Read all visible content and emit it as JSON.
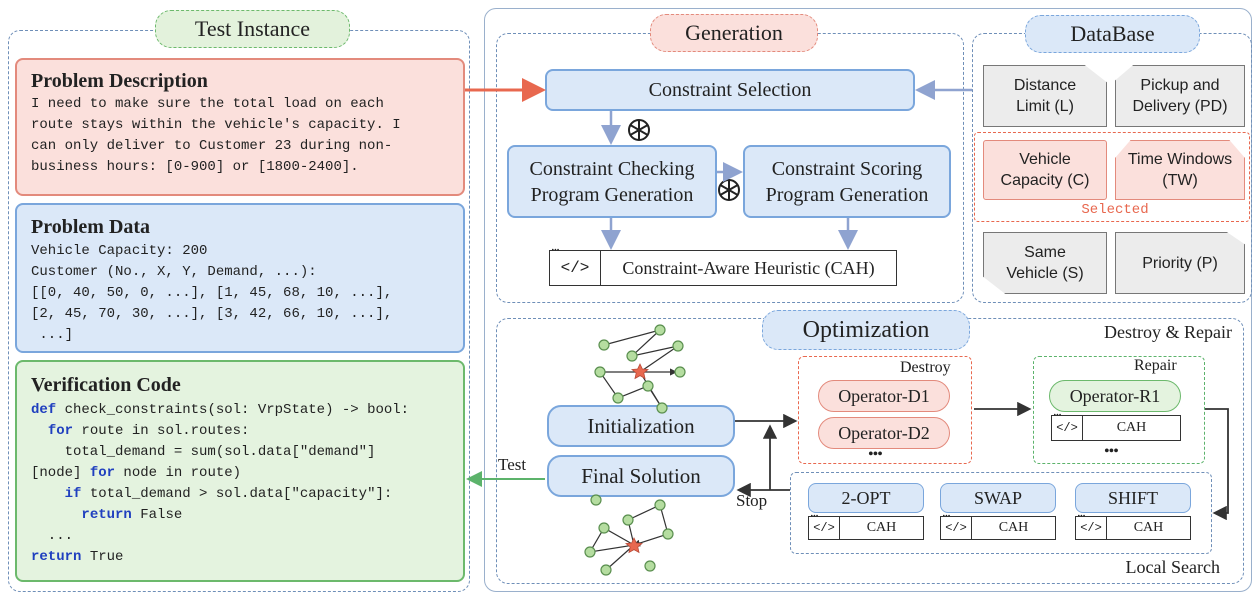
{
  "test_instance": {
    "title": "Test Instance",
    "problem_description": {
      "heading": "Problem Description",
      "lines": [
        "I need to make sure the total load on each",
        "route stays within the vehicle's capacity. I",
        "can only deliver to Customer 23 during non-",
        "business hours: [0-900] or [1800-2400]."
      ]
    },
    "problem_data": {
      "heading": "Problem Data",
      "lines": [
        "Vehicle Capacity: 200",
        "Customer (No., X, Y, Demand, ...):",
        "[[0, 40, 50, 0, ...], [1, 45, 68, 10, ...],",
        "[2, 45, 70, 30, ...], [3, 42, 66, 10, ...],",
        " ...]"
      ]
    },
    "verification_code": {
      "heading": "Verification Code",
      "line1_kw": "def",
      "line1_rest": " check_constraints(sol: VrpState) -> bool:",
      "line2_kw": "for",
      "line2_rest": " route in sol.routes:",
      "line3": "    total_demand = sum(sol.data[\"demand\"]",
      "line4_a": "[node] ",
      "line4_kw": "for",
      "line4_b": " node in route)",
      "line5_kw": "if",
      "line5_rest": " total_demand > sol.data[\"capacity\"]:",
      "line6_kw": "return",
      "line6_rest": " False",
      "line7": "  ...",
      "line8_kw": "return",
      "line8_rest": " True"
    }
  },
  "generation": {
    "title": "Generation",
    "constraint_selection": "Constraint Selection",
    "checking_line1": "Constraint Checking",
    "checking_line2": "Program Generation",
    "scoring_line1": "Constraint Scoring",
    "scoring_line2": "Program Generation",
    "cah_label": "Constraint-Aware Heuristic (CAH)",
    "code_icon": "</>"
  },
  "database": {
    "title": "DataBase",
    "distance_l1": "Distance",
    "distance_l2": "Limit (L)",
    "pickup_l1": "Pickup and",
    "pickup_l2": "Delivery (PD)",
    "vehicle_l1": "Vehicle",
    "vehicle_l2": "Capacity (C)",
    "tw_l1": "Time Windows",
    "tw_l2": "(TW)",
    "selected_label": "Selected",
    "same_l1": "Same",
    "same_l2": "Vehicle (S)",
    "priority": "Priority (P)"
  },
  "optimization": {
    "title": "Optimization",
    "destroy_repair_label": "Destroy & Repair",
    "initialization": "Initialization",
    "final_solution": "Final Solution",
    "test_label": "Test",
    "stop_label": "Stop",
    "destroy_label": "Destroy",
    "destroy_ops": [
      "Operator-D1",
      "Operator-D2"
    ],
    "repair_label": "Repair",
    "repair_op": "Operator-R1",
    "cah_short": "CAH",
    "ellipsis": "•••",
    "local_search_label": "Local Search",
    "local_ops": [
      "2-OPT",
      "SWAP",
      "SHIFT"
    ]
  },
  "colors": {
    "accent_red": "#e8684f",
    "accent_green": "#5cb36b",
    "accent_blue": "#7a96c8"
  },
  "icons": [
    "openai-icon",
    "code-icon"
  ]
}
